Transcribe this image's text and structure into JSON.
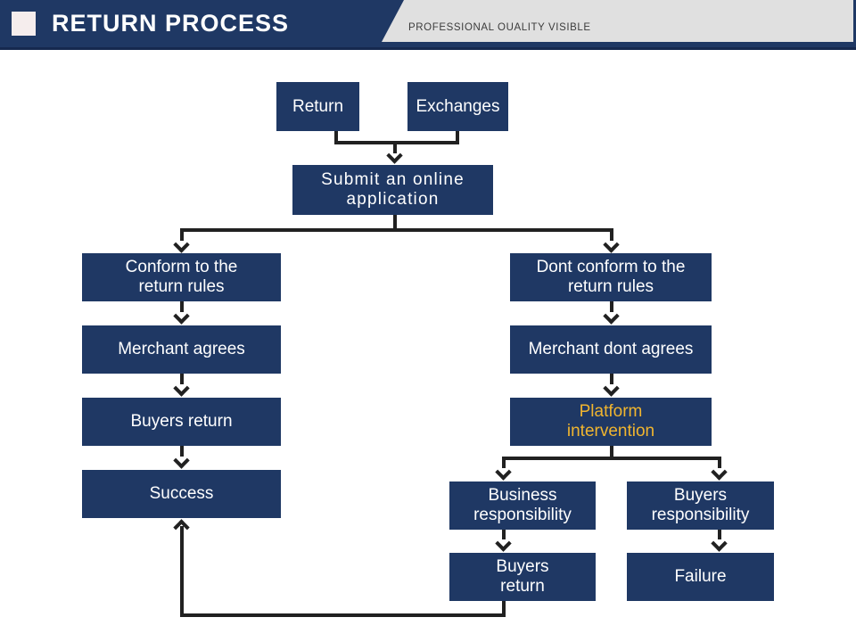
{
  "header": {
    "title": "RETURN PROCESS",
    "tagline": "PROFESSIONAL OUALITY VISIBLE"
  },
  "colors": {
    "header_navy": "#1F3864",
    "header_border": "#16294F",
    "box_navy": "#1F3864",
    "box_text": "#FFFFFF",
    "gold": "#F0B52F",
    "wedge_gray": "#E0E0E0",
    "tagline_text": "#3C3C3C",
    "connector": "#212121",
    "title_square": "#F5EDED"
  },
  "flowchart": {
    "nodes": {
      "return": {
        "label": "Return"
      },
      "exchanges": {
        "label": "Exchanges"
      },
      "submit": {
        "lines": [
          "Submit an online",
          "application"
        ]
      },
      "conform": {
        "lines": [
          "Conform to the",
          "return rules"
        ]
      },
      "merchant_agrees": {
        "label": "Merchant agrees"
      },
      "buyers_return_left": {
        "label": "Buyers return"
      },
      "success": {
        "label": "Success"
      },
      "dont_conform": {
        "lines": [
          "Dont conform to the",
          "return rules"
        ]
      },
      "merchant_dont_agrees": {
        "label": "Merchant dont agrees"
      },
      "platform_intervention": {
        "lines": [
          "Platform",
          "intervention"
        ]
      },
      "business_responsibility": {
        "lines": [
          "Business",
          "responsibility"
        ]
      },
      "buyers_responsibility": {
        "lines": [
          "Buyers",
          "responsibility"
        ]
      },
      "buyers_return_bottom": {
        "lines": [
          "Buyers",
          "return"
        ]
      },
      "failure": {
        "label": "Failure"
      }
    }
  }
}
